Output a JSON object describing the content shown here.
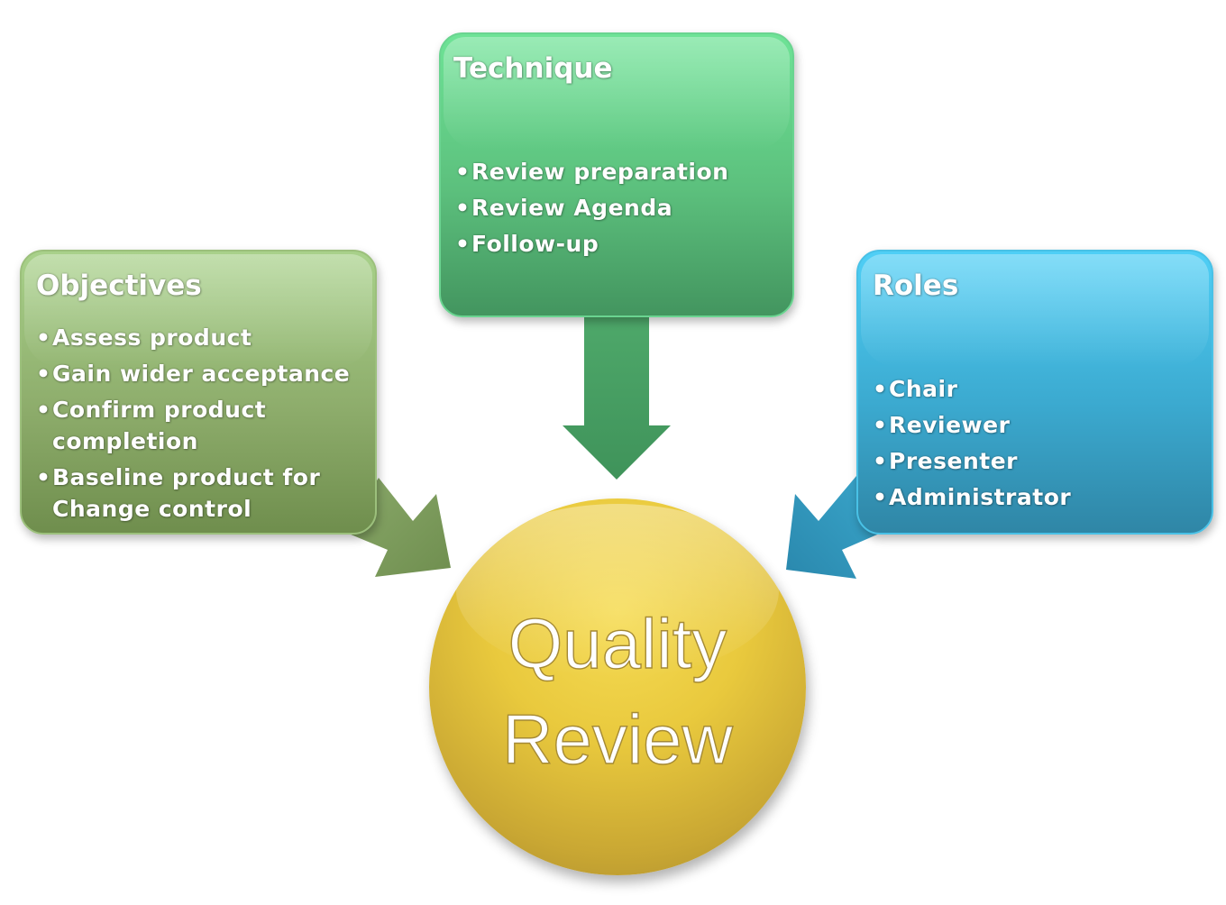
{
  "diagram": {
    "center": {
      "line1": "Quality",
      "line2": "Review",
      "color": "#e9c93d"
    },
    "objectives": {
      "title": "Objectives",
      "items": [
        "Assess product",
        "Gain wider acceptance",
        "Confirm product completion",
        "Baseline product for Change control"
      ],
      "color": "#8ead6c"
    },
    "technique": {
      "title": "Technique",
      "items": [
        "Review preparation",
        "Review Agenda",
        "Follow-up"
      ],
      "color": "#5cc07d"
    },
    "roles": {
      "title": "Roles",
      "items": [
        "Chair",
        "Reviewer",
        "Presenter",
        "Administrator"
      ],
      "color": "#3ba9cf"
    }
  }
}
